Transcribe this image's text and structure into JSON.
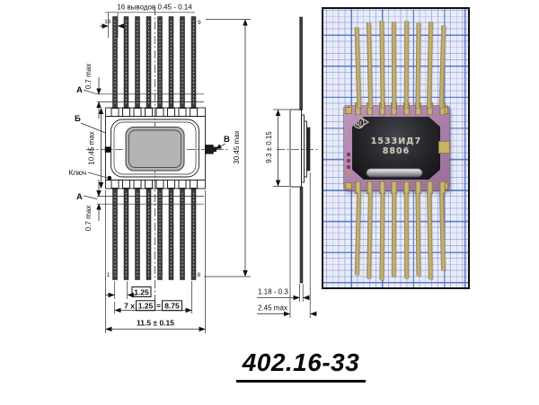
{
  "title": "402.16-33",
  "drawing": {
    "top_label": "16 выводов 0.45 - 0.14",
    "pins": {
      "p16": "16",
      "p9": "9",
      "p1": "1",
      "p8": "8"
    },
    "labels": {
      "section_a_top": "А",
      "section_a_bot": "А",
      "b": "Б",
      "v": "В",
      "key": "Ключ"
    },
    "dims": {
      "d07_top": "0.7 max",
      "d07_bot": "0.7 max",
      "d1045": "10.45 max",
      "d3045": "30.45 max",
      "d93": "9.3 ± 0.15",
      "d125": "1.25",
      "d7x_prefix": "7 x",
      "d7x_125": "1.25",
      "d7x_eq": "=",
      "d7x_875": "8.75",
      "d115": "11.5 ± 0.15",
      "d118": "1.18 - 0.3",
      "d245": "2.45 max"
    }
  },
  "photo": {
    "chip_marking_line1": "1533ИД7",
    "chip_marking_line2": "8806",
    "logo_icon": "manufacturer-logo",
    "diamond_icon": "quality-mark-diamond"
  },
  "colors": {
    "ink": "#1a1a1a",
    "ceramic_purple": "#ab7faa",
    "lid_black": "#232327",
    "pin_gold": "#c8b26a",
    "grid_blue": "#3e62be",
    "paper": "#e9ebf7",
    "lid_gray_front": "#b4b4b4"
  }
}
